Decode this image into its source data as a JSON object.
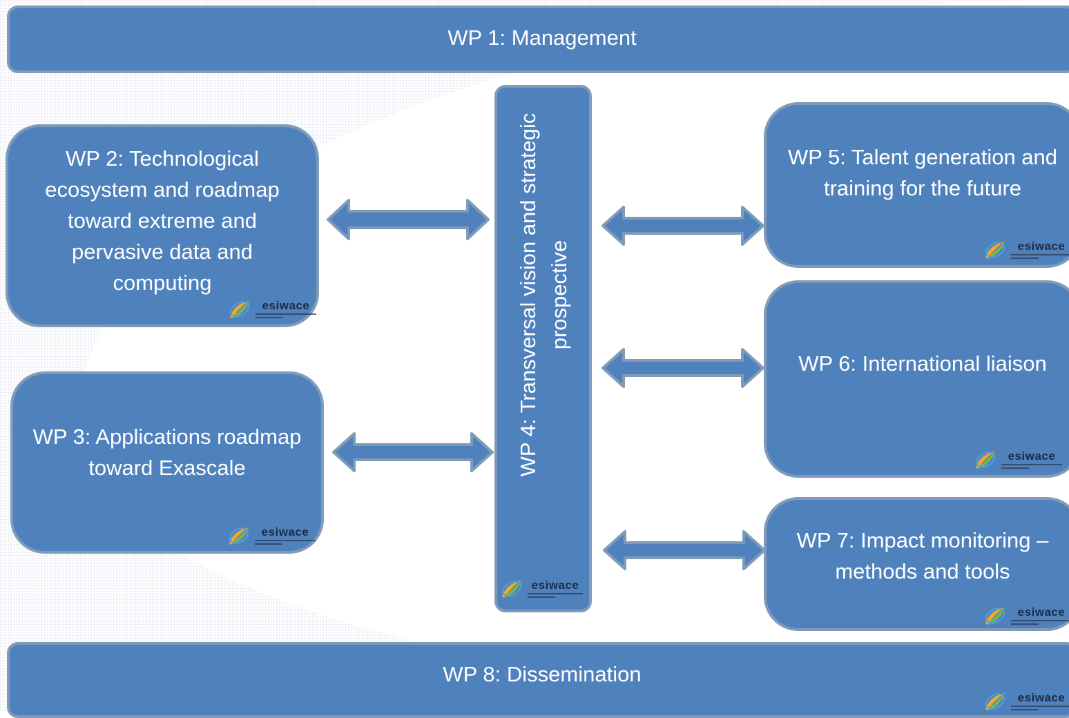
{
  "wp1": {
    "label": "WP 1: Management"
  },
  "wp2": {
    "label": "WP 2: Technological ecosystem and roadmap toward extreme and pervasive data and computing"
  },
  "wp3": {
    "label": "WP 3: Applications roadmap toward Exascale"
  },
  "wp4": {
    "label": "WP 4: Transversal vision and strategic prospective"
  },
  "wp5": {
    "label": "WP 5: Talent generation and training for the future"
  },
  "wp6": {
    "label": "WP 6: International liaison"
  },
  "wp7": {
    "label": "WP 7: Impact monitoring – methods and tools"
  },
  "wp8": {
    "label": "WP 8: Dissemination"
  },
  "logo": {
    "word": "esiwace"
  },
  "colors": {
    "box_fill": "#4f81bd",
    "box_border": "#7f9bb8",
    "arrow_fill": "#4f81bd",
    "text": "#ffffff"
  },
  "icons": {
    "arrow": "double-headed-arrow-icon",
    "logo": "esiwace-logo-icon"
  }
}
